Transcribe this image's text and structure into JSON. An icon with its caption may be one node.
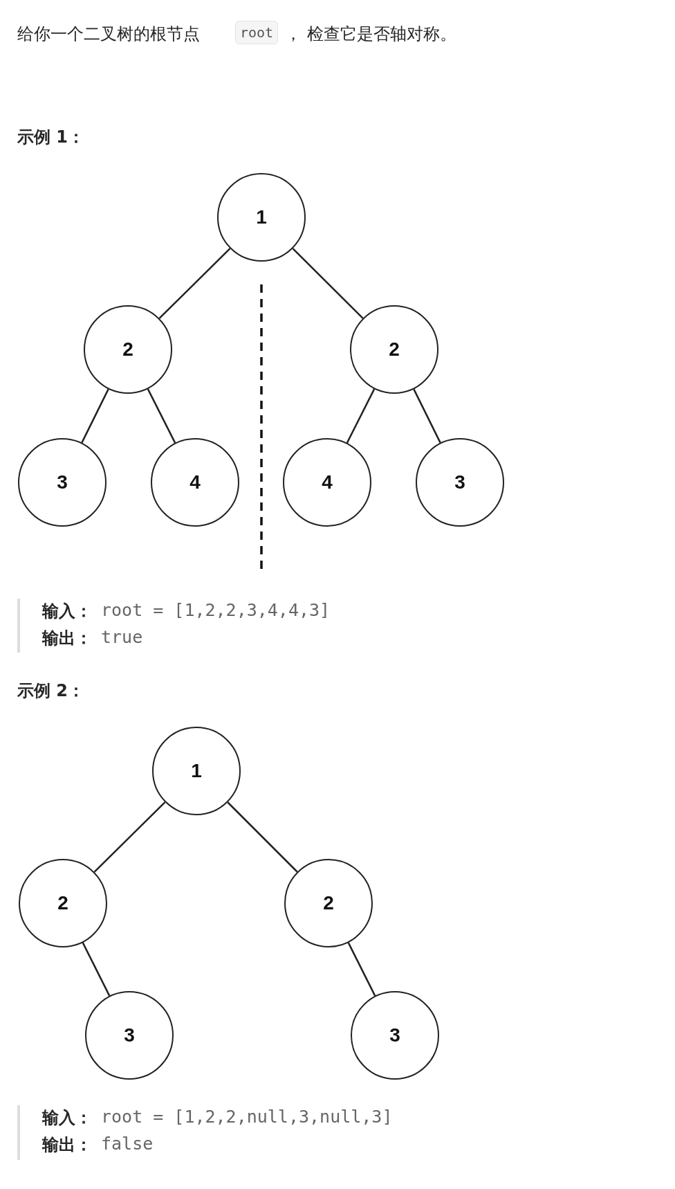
{
  "diagram": {
    "nodes": [
      {
        "text": [
          "1"
        ]
      },
      {
        "text": [
          "2"
        ]
      },
      {
        "text": [
          "2"
        ]
      },
      {
        "text": [
          "3"
        ]
      },
      {
        "text": [
          "4"
        ]
      },
      {
        "text": [
          "4"
        ]
      },
      {
        "text": [
          "3"
        ]
      },
      {
        "text": [
          "1"
        ]
      },
      {
        "text": [
          "2"
        ]
      },
      {
        "text": [
          "2"
        ]
      },
      {
        "text": [
          "3"
        ]
      },
      {
        "text": [
          "3"
        ]
      }
    ],
    "edges": [
      {
        "from": 0,
        "to": 1,
        "arrow": "none"
      },
      {
        "from": 0,
        "to": 2,
        "arrow": "none"
      },
      {
        "from": 1,
        "to": 3,
        "arrow": "none"
      },
      {
        "from": 1,
        "to": 4,
        "arrow": "none"
      },
      {
        "from": 2,
        "to": 5,
        "arrow": "none"
      },
      {
        "from": 2,
        "to": 6,
        "arrow": "none"
      },
      {
        "from": 7,
        "to": 8,
        "arrow": "none"
      },
      {
        "from": 7,
        "to": 9,
        "arrow": "none"
      },
      {
        "from": 8,
        "to": 10,
        "arrow": "none"
      },
      {
        "from": 9,
        "to": 11,
        "arrow": "none"
      }
    ],
    "labels": [
      "给你一个二叉树的根节点",
      "root",
      "， 检查它是否轴对称。",
      "示例 1：",
      "输入：",
      "root = [1,2,2,3,4,4,3]",
      "输出：",
      "true",
      "示例 2：",
      "输入：",
      "root = [1,2,2,null,3,null,3]",
      "输出：",
      "false"
    ]
  }
}
